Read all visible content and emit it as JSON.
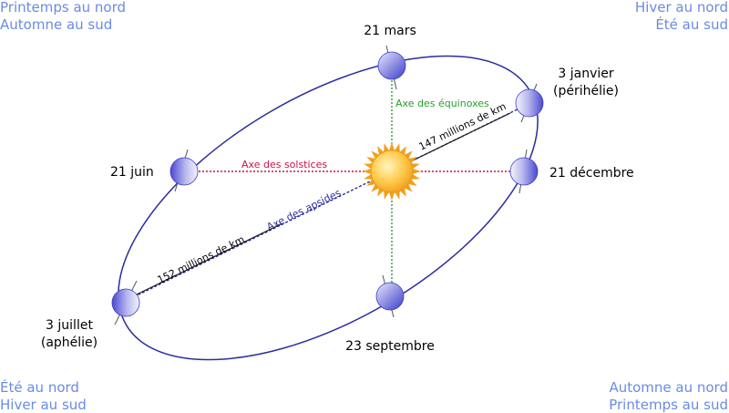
{
  "corners": {
    "top_left": [
      "Printemps au nord",
      "Automne au sud"
    ],
    "top_right": [
      "Hiver au nord",
      "Été au sud"
    ],
    "bottom_left": [
      "Été au nord",
      "Hiver au sud"
    ],
    "bottom_right": [
      "Automne au nord",
      "Printemps au sud"
    ]
  },
  "events": {
    "march": "21 mars",
    "january": [
      "3 janvier",
      "(périhélie)"
    ],
    "june": "21 juin",
    "december": "21 décembre",
    "july": [
      "3 juillet",
      "(aphélie)"
    ],
    "september": "23 septembre"
  },
  "axes": {
    "equinox": "Axe des équinoxes",
    "solstice": "Axe des solstices",
    "apsides": "Axe des apsides"
  },
  "distances": {
    "perihelion": "147 millions de km",
    "aphelion": "152 millions de km"
  },
  "colors": {
    "orbit": "#2b2ba0",
    "equinox_axis": "#2aa02a",
    "solstice_axis": "#cc1144",
    "apsides_axis": "#2b2ba0",
    "corner_text": "#6a8be3",
    "sun_fill": "#ffc94a",
    "sun_rays": "#f0a020",
    "planet_dark": "#4a4ad0",
    "planet_light": "#f2f2ff"
  }
}
